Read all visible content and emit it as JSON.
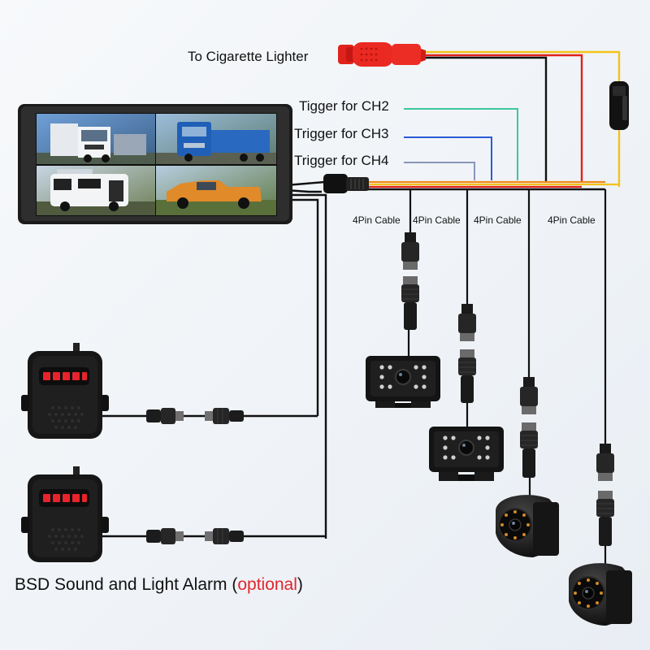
{
  "labels": {
    "lighter": "To Cigarette Lighter",
    "trigger_ch2": "Tigger for CH2",
    "trigger_ch3": "Trigger for CH3",
    "trigger_ch4": "Trigger for CH4",
    "cables": [
      "4Pin Cable",
      "4Pin Cable",
      "4Pin Cable",
      "4Pin Cable"
    ],
    "bsd_main": "BSD Sound and Light Alarm",
    "bsd_paren_open": "(",
    "bsd_optional": "optional",
    "bsd_paren_close": ")"
  },
  "colors": {
    "wire_black": "#111111",
    "wire_red": "#e0221c",
    "wire_yellow": "#f2c21a",
    "wire_orange": "#f08a1c",
    "wire_green": "#3cc79a",
    "wire_blue": "#2b5bd6",
    "wire_grey": "#8a96b8",
    "alarm_red": "#e8232b",
    "optional_red": "#e2262d"
  },
  "monitor": {
    "quadrants": [
      "truck-front-view",
      "blue-truck-view",
      "camper-van-view",
      "pickup-truck-view"
    ]
  },
  "components": {
    "cameras": [
      "rectangular-camera",
      "rectangular-camera",
      "dome-side-camera",
      "dome-side-camera"
    ],
    "alarms": [
      "bsd-alarm-box",
      "bsd-alarm-box"
    ]
  }
}
